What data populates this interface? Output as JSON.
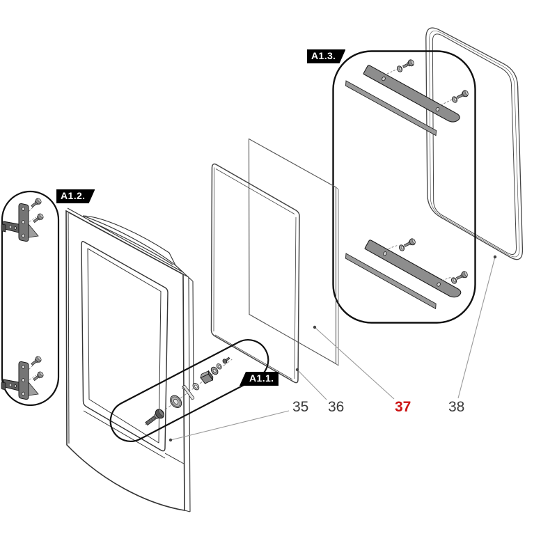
{
  "callouts": {
    "a11": {
      "label": "A1.1."
    },
    "a12": {
      "label": "A1.2."
    },
    "a13": {
      "label": "A1.3."
    }
  },
  "part_numbers": {
    "p35": {
      "label": "35"
    },
    "p36": {
      "label": "36"
    },
    "p37": {
      "label": "37",
      "highlighted": true
    },
    "p38": {
      "label": "38"
    }
  },
  "colors": {
    "background": "#ffffff",
    "line": "#333333",
    "callout_background": "#000000",
    "callout_text": "#ffffff",
    "part_number_text": "#3a3a3a",
    "highlight_part_number": "#cc1414",
    "metal_fill": "#8d8d8d",
    "leader_line": "#999999"
  }
}
